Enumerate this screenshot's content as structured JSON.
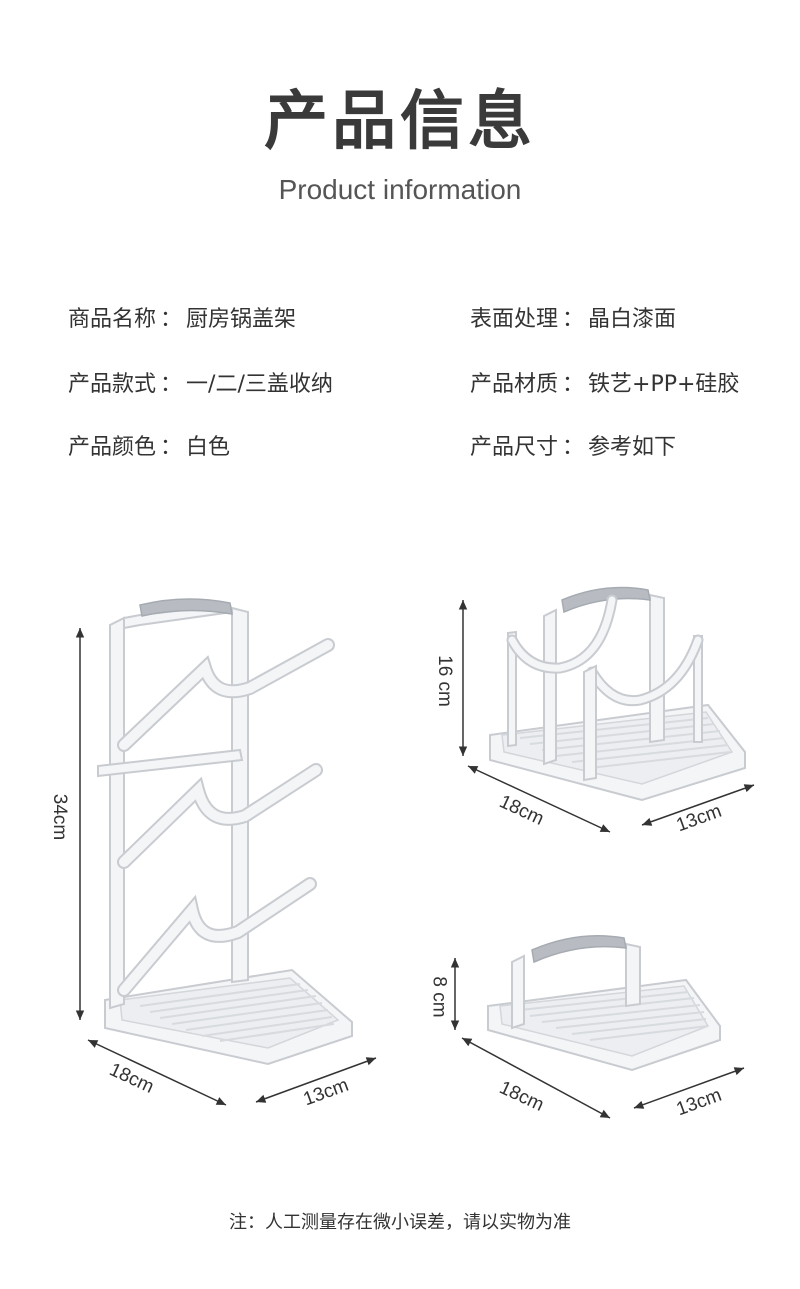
{
  "header": {
    "title": "产品信息",
    "subtitle": "Product information"
  },
  "specs": [
    {
      "label": "商品名称",
      "value": "厨房锅盖架"
    },
    {
      "label": "表面处理",
      "value": "晶白漆面"
    },
    {
      "label": "产品款式",
      "value": "一/二/三盖收纳"
    },
    {
      "label": "产品材质",
      "value": "铁艺+PP+硅胶"
    },
    {
      "label": "产品颜色",
      "value": "白色"
    },
    {
      "label": "产品尺寸",
      "value": "参考如下"
    }
  ],
  "separator": "：",
  "dimensions": {
    "large": {
      "height": "34cm",
      "length": "18cm",
      "width": "13cm"
    },
    "medium": {
      "height": "16 cm",
      "length": "18cm",
      "width": "13cm"
    },
    "small": {
      "height": "8 cm",
      "length": "18cm",
      "width": "13cm"
    }
  },
  "note": "注：人工测量存在微小误差，请以实物为准",
  "colors": {
    "product_white": "#f4f5f7",
    "outline": "#c8cbd0",
    "handle": "#b8bcc2",
    "dim_line": "#333333"
  }
}
